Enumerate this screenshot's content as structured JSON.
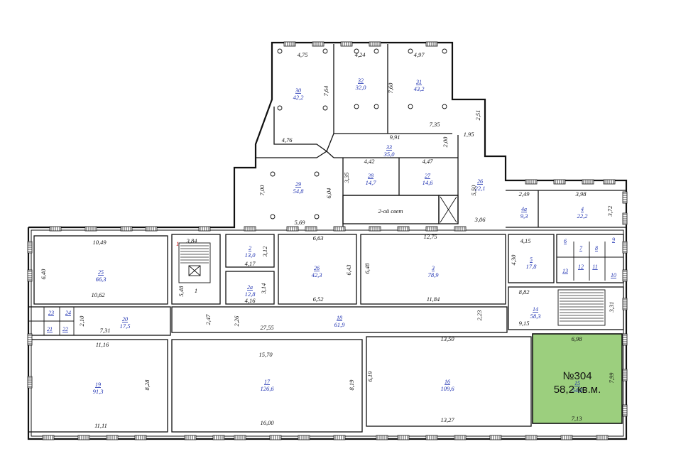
{
  "highlight": {
    "code": "№304",
    "area": "58,2 кв.м.",
    "color": "#9ccf7e"
  },
  "labels": {
    "second_light": "2-ой свет",
    "room_1": "1"
  },
  "rooms": [
    {
      "id": "r30",
      "num": "30",
      "area": "42,2"
    },
    {
      "id": "r32",
      "num": "32",
      "area": "32,0"
    },
    {
      "id": "r31",
      "num": "31",
      "area": "43,2"
    },
    {
      "id": "r33",
      "num": "33",
      "area": "35,0"
    },
    {
      "id": "r29",
      "num": "29",
      "area": "54,8"
    },
    {
      "id": "r28",
      "num": "28",
      "area": "14,7"
    },
    {
      "id": "r27",
      "num": "27",
      "area": "14,6"
    },
    {
      "id": "r26a",
      "num": "26",
      "area": "22,1"
    },
    {
      "id": "r4a",
      "num": "4a",
      "area": "9,3"
    },
    {
      "id": "r4",
      "num": "4",
      "area": "22,2"
    },
    {
      "id": "r25",
      "num": "25",
      "area": "66,3"
    },
    {
      "id": "r2",
      "num": "2",
      "area": "13,0"
    },
    {
      "id": "r2a",
      "num": "2a",
      "area": "12,8"
    },
    {
      "id": "r26",
      "num": "26",
      "area": "42,3"
    },
    {
      "id": "r3",
      "num": "3",
      "area": "78,9"
    },
    {
      "id": "r5",
      "num": "5",
      "area": "17,8"
    },
    {
      "id": "r6",
      "num": "6",
      "area": ""
    },
    {
      "id": "r7",
      "num": "7",
      "area": ""
    },
    {
      "id": "r8",
      "num": "8",
      "area": ""
    },
    {
      "id": "r9",
      "num": "9",
      "area": ""
    },
    {
      "id": "r10",
      "num": "10",
      "area": ""
    },
    {
      "id": "r11",
      "num": "11",
      "area": ""
    },
    {
      "id": "r12",
      "num": "12",
      "area": ""
    },
    {
      "id": "r13",
      "num": "13",
      "area": ""
    },
    {
      "id": "r14",
      "num": "14",
      "area": "58,3"
    },
    {
      "id": "r20",
      "num": "20",
      "area": "17,5"
    },
    {
      "id": "r23",
      "num": "23",
      "area": ""
    },
    {
      "id": "r24",
      "num": "24",
      "area": ""
    },
    {
      "id": "r21",
      "num": "21",
      "area": ""
    },
    {
      "id": "r22",
      "num": "22",
      "area": ""
    },
    {
      "id": "r18",
      "num": "18",
      "area": "61,9"
    },
    {
      "id": "r19",
      "num": "19",
      "area": "91,3"
    },
    {
      "id": "r17",
      "num": "17",
      "area": "126,6"
    },
    {
      "id": "r16",
      "num": "16",
      "area": "109,6"
    },
    {
      "id": "r15",
      "num": "15",
      "area": "54,2"
    }
  ],
  "dims": [
    "4,75",
    "4,24",
    "4,97",
    "7,64",
    "7,60",
    "2,51",
    "7,35",
    "4,76",
    "9,91",
    "1,95",
    "2,00",
    "4,42",
    "4,47",
    "7,00",
    "6,04",
    "3,35",
    "5,50",
    "2,49",
    "3,98",
    "3,72",
    "5,69",
    "3,06",
    "10,49",
    "6,40",
    "10,62",
    "3,84",
    "5,48",
    "6,63",
    "12,75",
    "4,15",
    "3,12",
    "4,17",
    "3,14",
    "4,16",
    "6,43",
    "6,48",
    "6,52",
    "11,84",
    "4,30",
    "8,82",
    "3,31",
    "2,10",
    "7,31",
    "2,47",
    "2,26",
    "27,55",
    "2,23",
    "9,15",
    "11,16",
    "15,70",
    "13,50",
    "6,98",
    "8,28",
    "8,19",
    "6,19",
    "7,99",
    "11,11",
    "16,00",
    "13,27",
    "7,13"
  ]
}
